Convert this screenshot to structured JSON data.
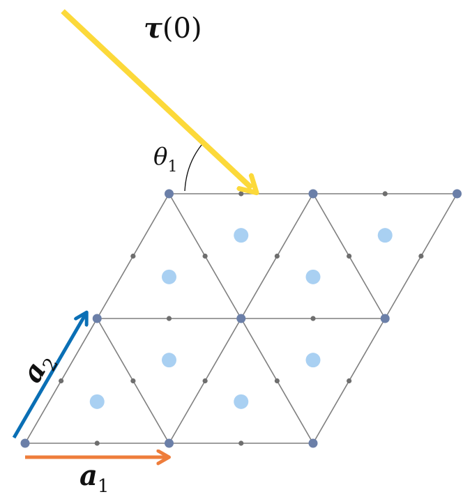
{
  "labels": {
    "tau_symbol": "τ",
    "tau_arg": "(0)",
    "theta_symbol": "θ",
    "theta_sub": "1",
    "a1_symbol": "a",
    "a1_sub": "1",
    "a2_symbol": "a",
    "a2_sub": "2"
  },
  "colors": {
    "lattice_line": "#7f7f7f",
    "vertex_site": "#6b7fa8",
    "edge_site": "#6e6e6e",
    "center_site": "#a9d0f2",
    "tau_arrow": "#fcd93a",
    "a1_arrow": "#ee7d3b",
    "a2_arrow": "#0a6fb5",
    "angle_arc": "#111111"
  }
}
